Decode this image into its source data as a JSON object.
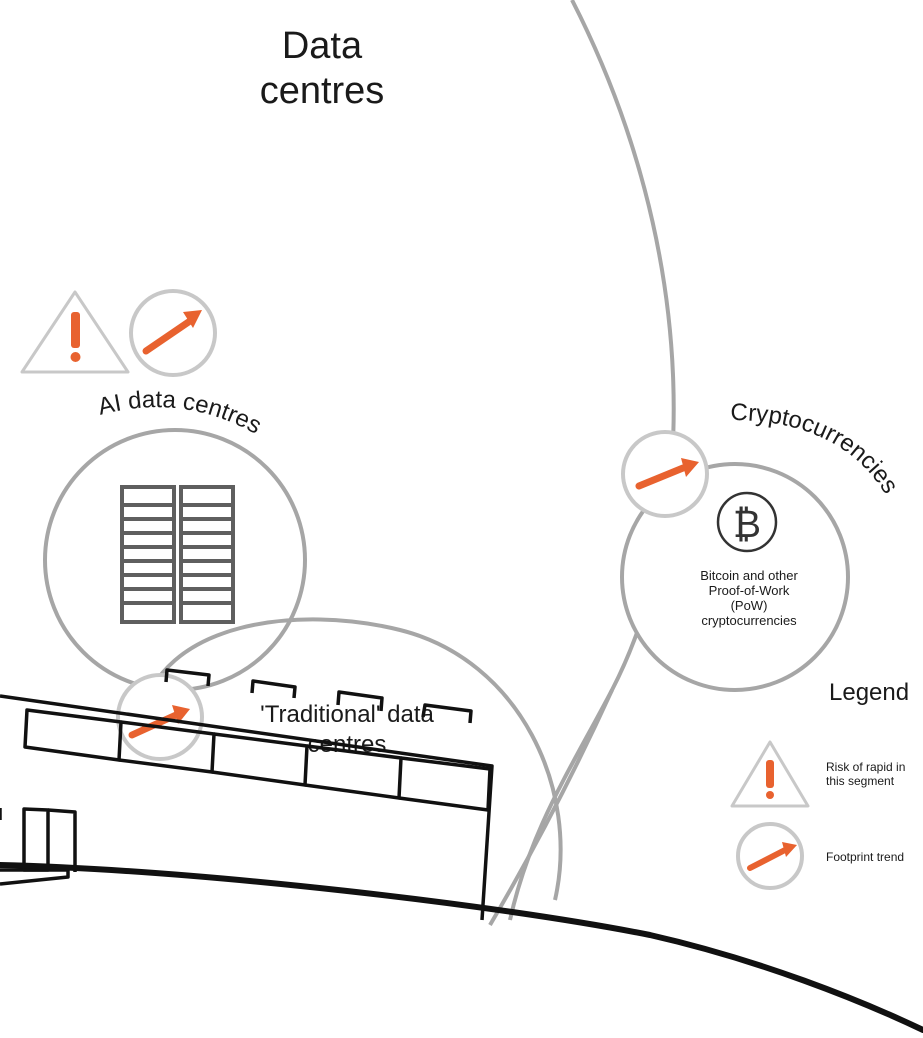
{
  "title": {
    "line1": "Data",
    "line2": "centres"
  },
  "segments": {
    "ai": {
      "label": "AI data centres"
    },
    "traditional": {
      "line1": "'Traditional' data",
      "line2": "centres"
    },
    "crypto": {
      "label": "Cryptocurrencies",
      "description": [
        "Bitcoin and other",
        "Proof-of-Work",
        "(PoW)",
        "cryptocurrencies"
      ]
    }
  },
  "legend": {
    "title": "Legend",
    "items": [
      {
        "icon": "warning-icon",
        "text_lines": [
          "Risk of rapid in",
          "this segment"
        ]
      },
      {
        "icon": "trend-up-icon",
        "text_lines": [
          "Footprint trend"
        ]
      }
    ]
  },
  "colors": {
    "outline": "#a6a6a6",
    "badge_ring": "#c8c8c8",
    "accent": "#e8622f",
    "server": "#5f5f5f",
    "ink": "#111111"
  }
}
